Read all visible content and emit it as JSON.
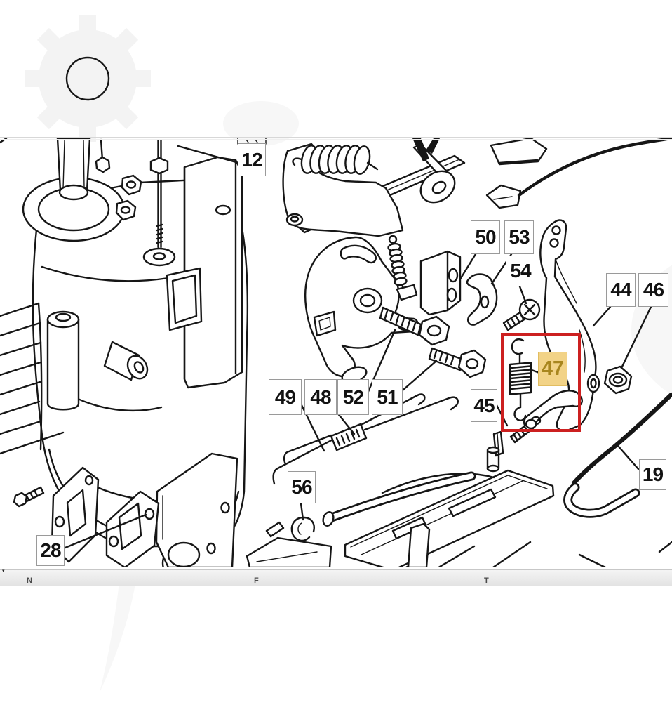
{
  "diagram": {
    "kind": "exploded-parts-diagram",
    "part_labels": {
      "p12": "12",
      "p19": "19",
      "p28": "28",
      "p44": "44",
      "p45": "45",
      "p46": "46",
      "p48": "48",
      "p49": "49",
      "p50": "50",
      "p51": "51",
      "p52": "52",
      "p53": "53",
      "p54": "54",
      "p56": "56"
    },
    "highlighted_part": {
      "number": "47",
      "label_background": "#f2d387",
      "label_text_color": "#a8861e",
      "selection_box_color": "#cc2020"
    },
    "footer_strip": {
      "fragments": {
        "left": "N",
        "middle": "F",
        "right": "T"
      }
    }
  }
}
